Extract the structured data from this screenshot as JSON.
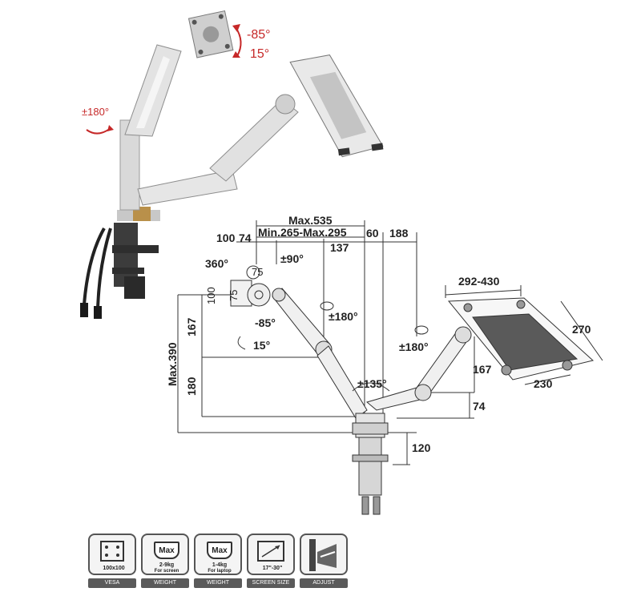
{
  "photo": {
    "tilt_up": "-85°",
    "tilt_down": "15°",
    "swivel": "±180°"
  },
  "dims": {
    "max_535": "Max.535",
    "min_max": "Min.265-Max.295",
    "d100": "100",
    "d74": "74",
    "d60": "60",
    "d188": "188",
    "d137": "137",
    "rot360": "360°",
    "rot90": "±90°",
    "vesa75": "75",
    "vesa100": "100",
    "vesa75b": "75",
    "tilt_m85": "-85°",
    "tilt_15": "15°",
    "swivel_left": "±180°",
    "swivel_right": "±180°",
    "d167_left": "167",
    "d180": "180",
    "max390": "Max.390",
    "d135": "±135°",
    "d120": "120",
    "d74_right": "74",
    "d167_right": "167",
    "tray_width": "292-430",
    "tray_270": "270",
    "tray_230": "230"
  },
  "badges": [
    {
      "icon": "vesa-icon",
      "text": "100x100",
      "tag": "VESA"
    },
    {
      "icon": "weight-screen-icon",
      "max": "Max",
      "text": "2-9kg",
      "sub": "For screen",
      "tag": "WEIGHT"
    },
    {
      "icon": "weight-laptop-icon",
      "max": "Max",
      "text": "1-4kg",
      "sub": "For laptop",
      "tag": "WEIGHT"
    },
    {
      "icon": "screen-size-icon",
      "text": "17\"-30\"",
      "tag": "SCREEN SIZE"
    },
    {
      "icon": "adjust-icon",
      "tag": "ADJUST"
    }
  ]
}
